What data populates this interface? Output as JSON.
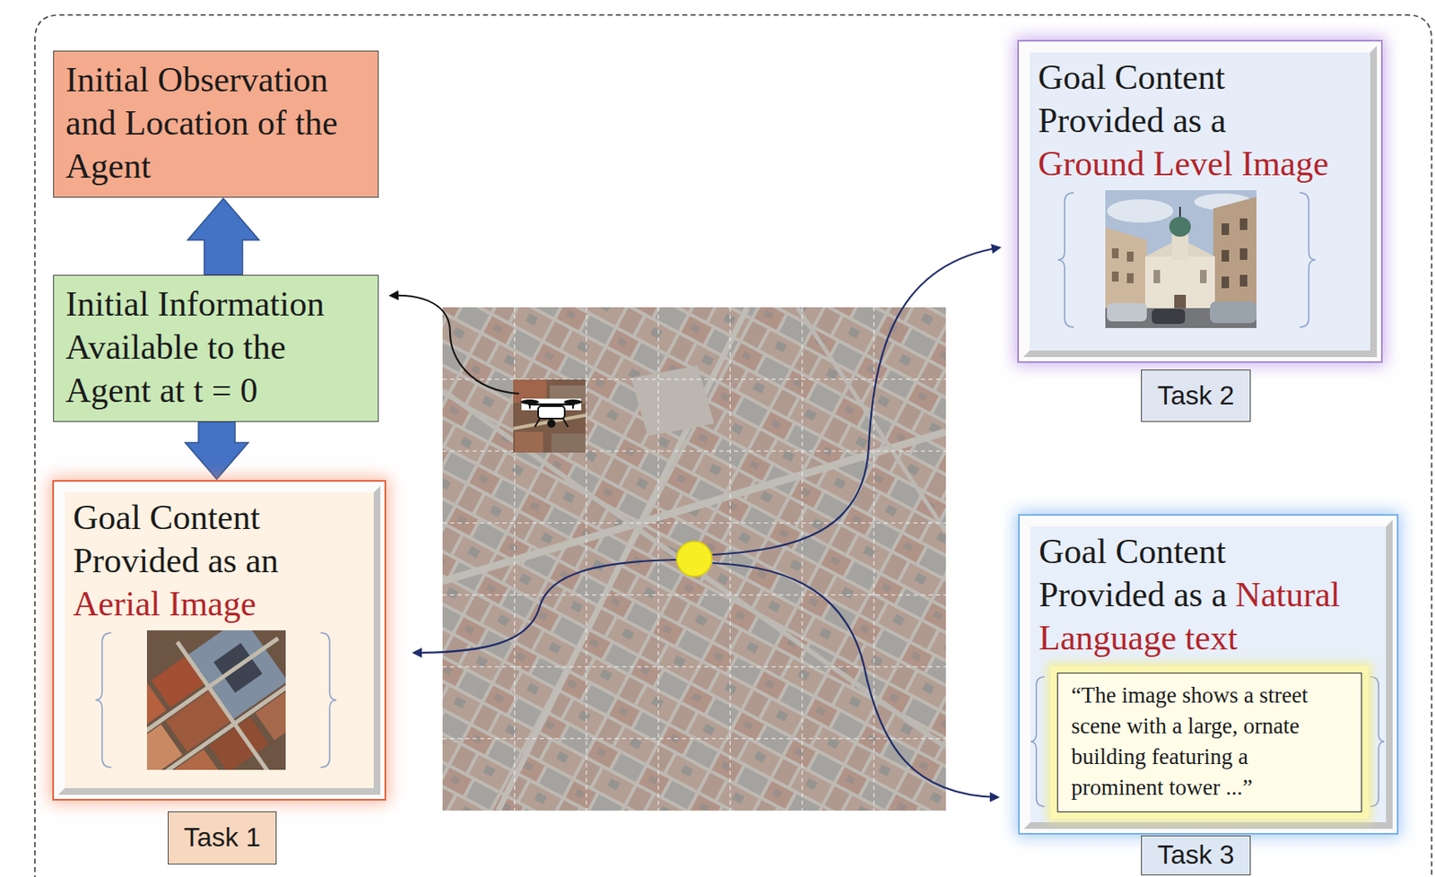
{
  "diagram": {
    "nodes": [
      {
        "text": [
          "Initial Observation and Location of the Agent"
        ]
      },
      {
        "text": [
          "Initial Information Available to the Agent at t = 0"
        ]
      },
      {
        "text": [
          "Goal Content Provided as an",
          "Aerial Image"
        ]
      },
      {
        "text": [
          "Task 1"
        ]
      },
      {
        "text": [
          "Goal Content Provided as a",
          "Ground Level Image"
        ]
      },
      {
        "text": [
          "Task 2"
        ]
      },
      {
        "text": [
          "Goal Content Provided as a",
          "Natural Language text"
        ]
      },
      {
        "text": [
          "“The image shows a street scene with a large, ornate building featuring a prominent tower ...”"
        ],
        "in": 6
      },
      {
        "text": [
          "Task 3"
        ]
      }
    ],
    "edges": [
      {
        "from": 1,
        "to": 0,
        "arrow": "to"
      },
      {
        "from": 1,
        "to": 2,
        "arrow": "to"
      }
    ]
  }
}
